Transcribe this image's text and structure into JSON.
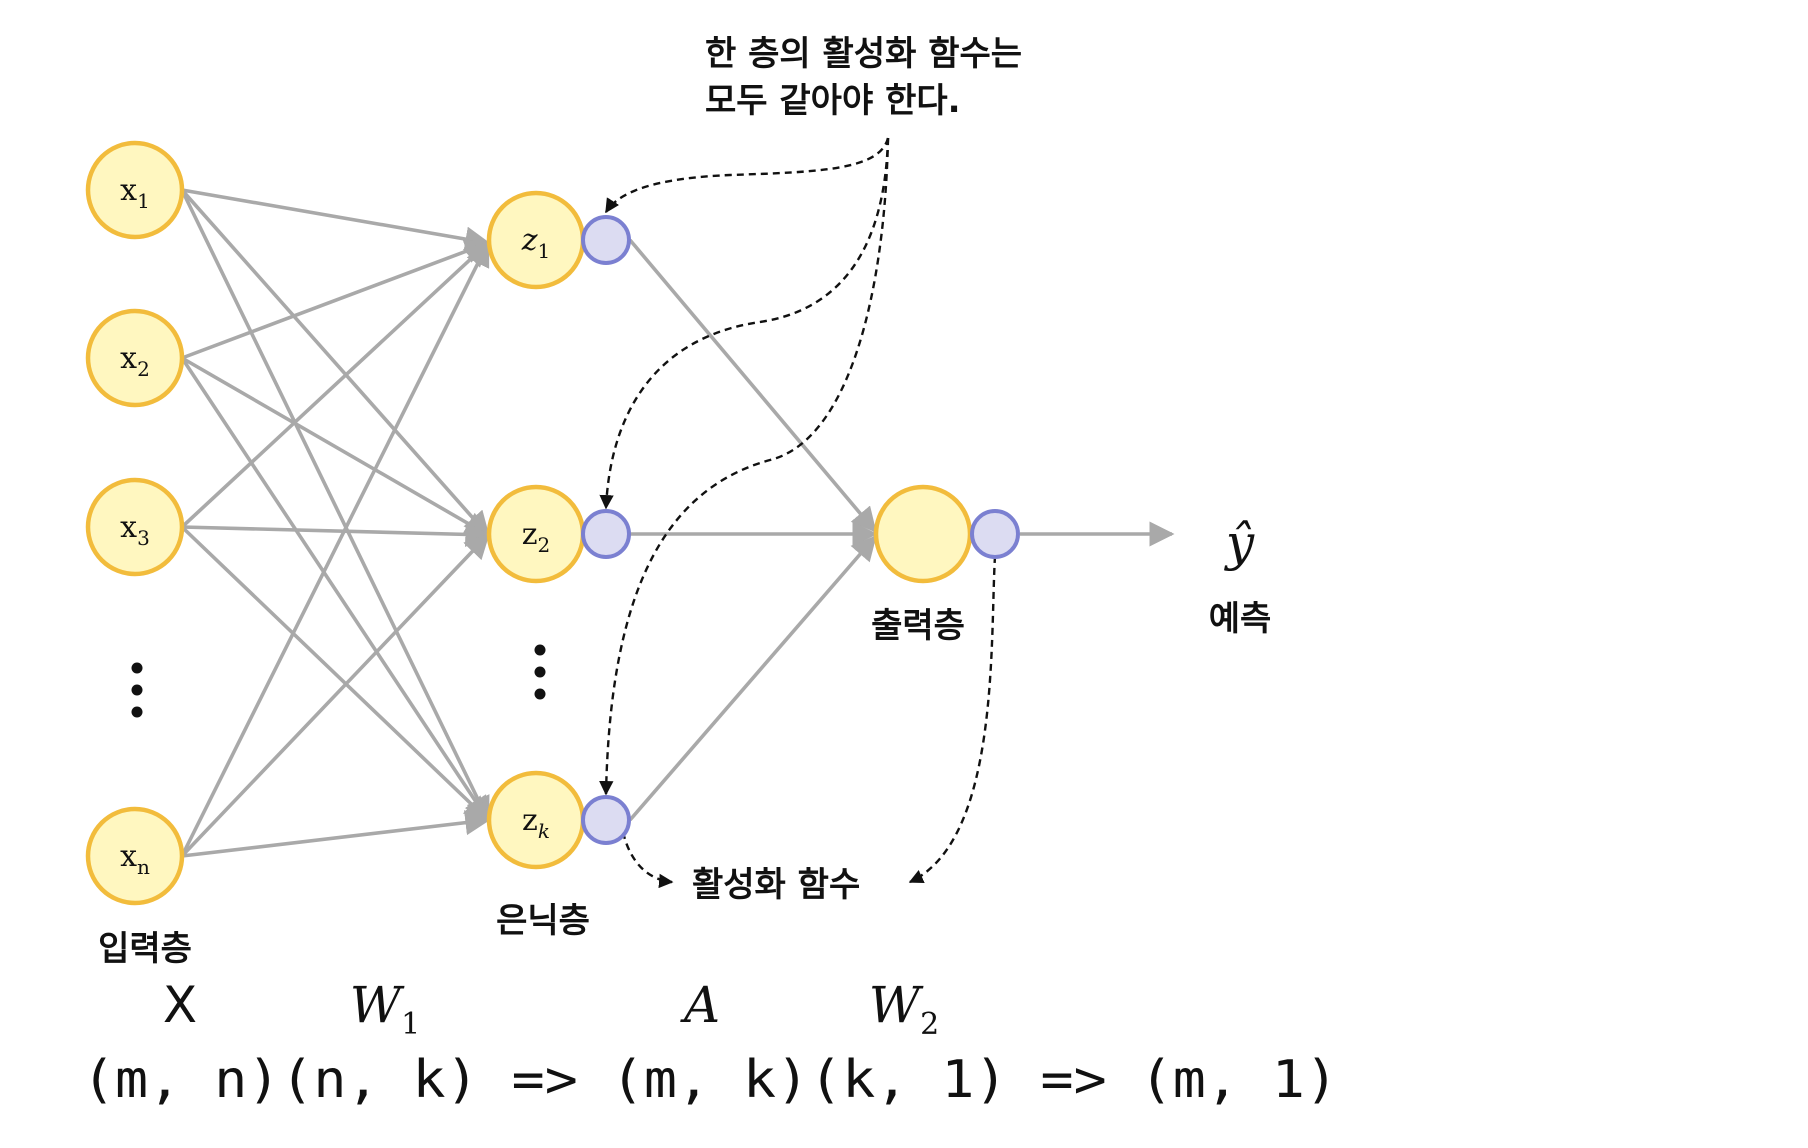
{
  "diagram": {
    "inputs": [
      {
        "main": "x",
        "sub": "1"
      },
      {
        "main": "x",
        "sub": "2"
      },
      {
        "main": "x",
        "sub": "3"
      },
      {
        "main": "x",
        "sub": "n"
      }
    ],
    "hidden": [
      {
        "main": "z",
        "sub": "1"
      },
      {
        "main": "z",
        "sub": "2"
      },
      {
        "main": "z",
        "sub": "k"
      }
    ],
    "input_layer_label": "입력층",
    "hidden_layer_label": "은닉층",
    "output_layer_label": "출력층",
    "prediction_symbol": "ŷ",
    "prediction_label": "예측",
    "annotation_top": [
      "한 층의 활성화 함수는",
      "모두 같아야 한다."
    ],
    "annotation_bottom": "활성화 함수",
    "matrix_names": {
      "x": "X",
      "w1": "W",
      "w1_sub": "1",
      "a": "A",
      "w2": "W",
      "w2_sub": "2"
    },
    "shape_line": "(m, n)(n, k) => (m, k)(k, 1) => (m, 1)",
    "colors": {
      "neuron_fill": "#fff7c0",
      "neuron_stroke": "#f2bc3c",
      "activation_fill": "#dcdcf2",
      "activation_stroke": "#7b80d1",
      "edge": "#a9a9a9"
    }
  }
}
